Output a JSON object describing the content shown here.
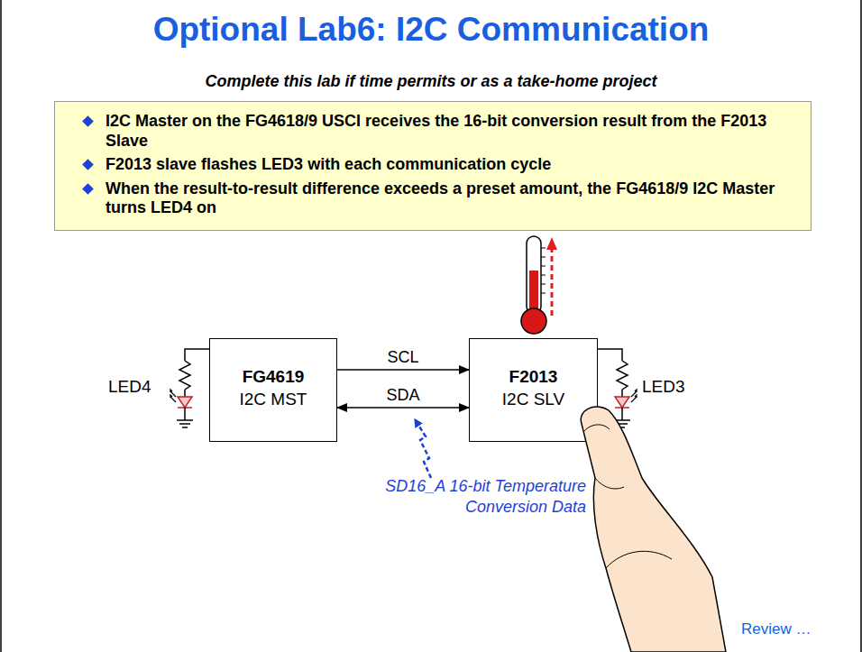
{
  "diagram": {
    "title": "Optional Lab6: I2C Communication",
    "nodes": [
      {
        "text": [
          "I2C Master on the FG4618/9 USCI receives the 16-bit conversion result from the F2013 Slave",
          "F2013 slave flashes LED3 with each communication cycle",
          "When the result-to-result difference exceeds a preset amount, the FG4618/9 I2C Master turns LED4 on"
        ]
      },
      {
        "text": [
          "FG4619",
          "I2C MST"
        ]
      },
      {
        "text": [
          "F2013",
          "I2C SLV"
        ]
      }
    ],
    "edges": [
      {
        "from": 1,
        "to": 2,
        "label": "SCL",
        "arrow": "to"
      },
      {
        "from": 1,
        "to": 2,
        "label": "SDA",
        "arrow": "both"
      }
    ],
    "labels": [
      "Complete this lab if time permits or as a take-home project",
      "LED4",
      "LED3",
      "SD16_A 16-bit Temperature Conversion Data",
      "Review …"
    ]
  }
}
